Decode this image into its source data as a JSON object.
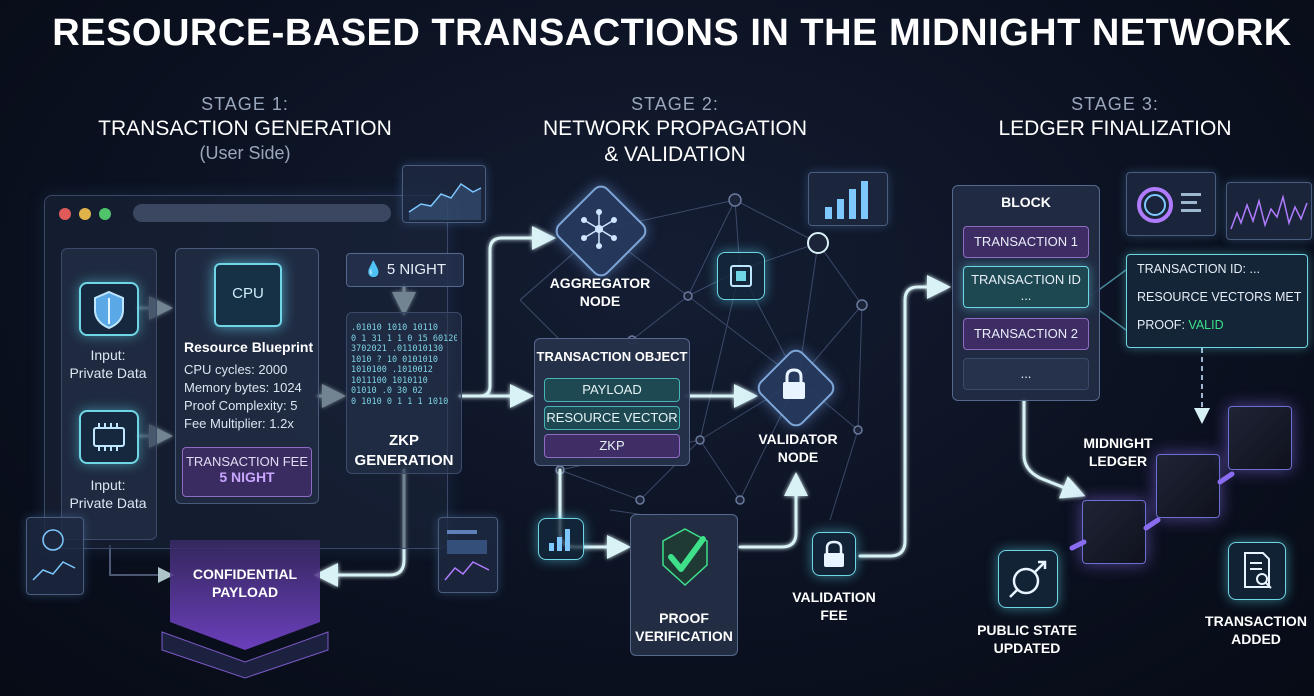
{
  "title": "RESOURCE-BASED TRANSACTIONS IN THE MIDNIGHT NETWORK",
  "stages": [
    {
      "number": "STAGE 1:",
      "name": "TRANSACTION GENERATION",
      "sub": "(User Side)"
    },
    {
      "number": "STAGE 2:",
      "name_line1": "NETWORK PROPAGATION",
      "name_line2": "& VALIDATION"
    },
    {
      "number": "STAGE 3:",
      "name": "LEDGER FINALIZATION"
    }
  ],
  "stage1": {
    "inputs": [
      {
        "line1": "Input:",
        "line2": "Private Data",
        "icon": "shield-icon"
      },
      {
        "line1": "Input:",
        "line2": "Private Data",
        "icon": "chip-icon"
      }
    ],
    "blueprint": {
      "chip_label": "CPU",
      "title": "Resource Blueprint",
      "lines": [
        "CPU cycles: 2000",
        "Memory bytes: 1024",
        "Proof Complexity: 5",
        "Fee Multiplier: 1.2x"
      ],
      "fee_label": "TRANSACTION FEE",
      "fee_value": "5 NIGHT"
    },
    "night_badge": "5 NIGHT",
    "zkp_label_line1": "ZKP",
    "zkp_label_line2": "GENERATION",
    "zkp_bits": [
      ".01010 1010 10110",
      "0 1 31 1 1 0 15 60120",
      "3702021 .011010130",
      "1010 ? 10 0101010",
      "1010100 .1010012",
      "1011100 1010110",
      "01010 .0 30 02",
      "0 1010 0 1 1 1 1010"
    ],
    "payload_line1": "CONFIDENTIAL",
    "payload_line2": "PAYLOAD"
  },
  "stage2": {
    "aggregator_line1": "AGGREGATOR",
    "aggregator_line2": "NODE",
    "tx_object_title": "TRANSACTION OBJECT",
    "tx_object_items": [
      "PAYLOAD",
      "RESOURCE VECTOR",
      "ZKP"
    ],
    "validator_line1": "VALIDATOR",
    "validator_line2": "NODE",
    "proof_line1": "PROOF",
    "proof_line2": "VERIFICATION",
    "fee_line1": "VALIDATION",
    "fee_line2": "FEE"
  },
  "stage3": {
    "block_title": "BLOCK",
    "block_rows": [
      "TRANSACTION 1",
      "TRANSACTION ID",
      "...",
      "TRANSACTION 2",
      "..."
    ],
    "detail_lines": [
      "TRANSACTION ID: ...",
      "RESOURCE VECTORS MET"
    ],
    "proof_key": "PROOF:",
    "proof_value": "VALID",
    "ledger_line1": "MIDNIGHT",
    "ledger_line2": "LEDGER",
    "public_line1": "PUBLIC STATE",
    "public_line2": "UPDATED",
    "added_line1": "TRANSACTION",
    "added_line2": "ADDED"
  },
  "colors": {
    "accent_teal": "#6fd6e6",
    "accent_purple": "#a070f0",
    "proof_green": "#3ee08a",
    "arrow": "#d9f2f6"
  }
}
